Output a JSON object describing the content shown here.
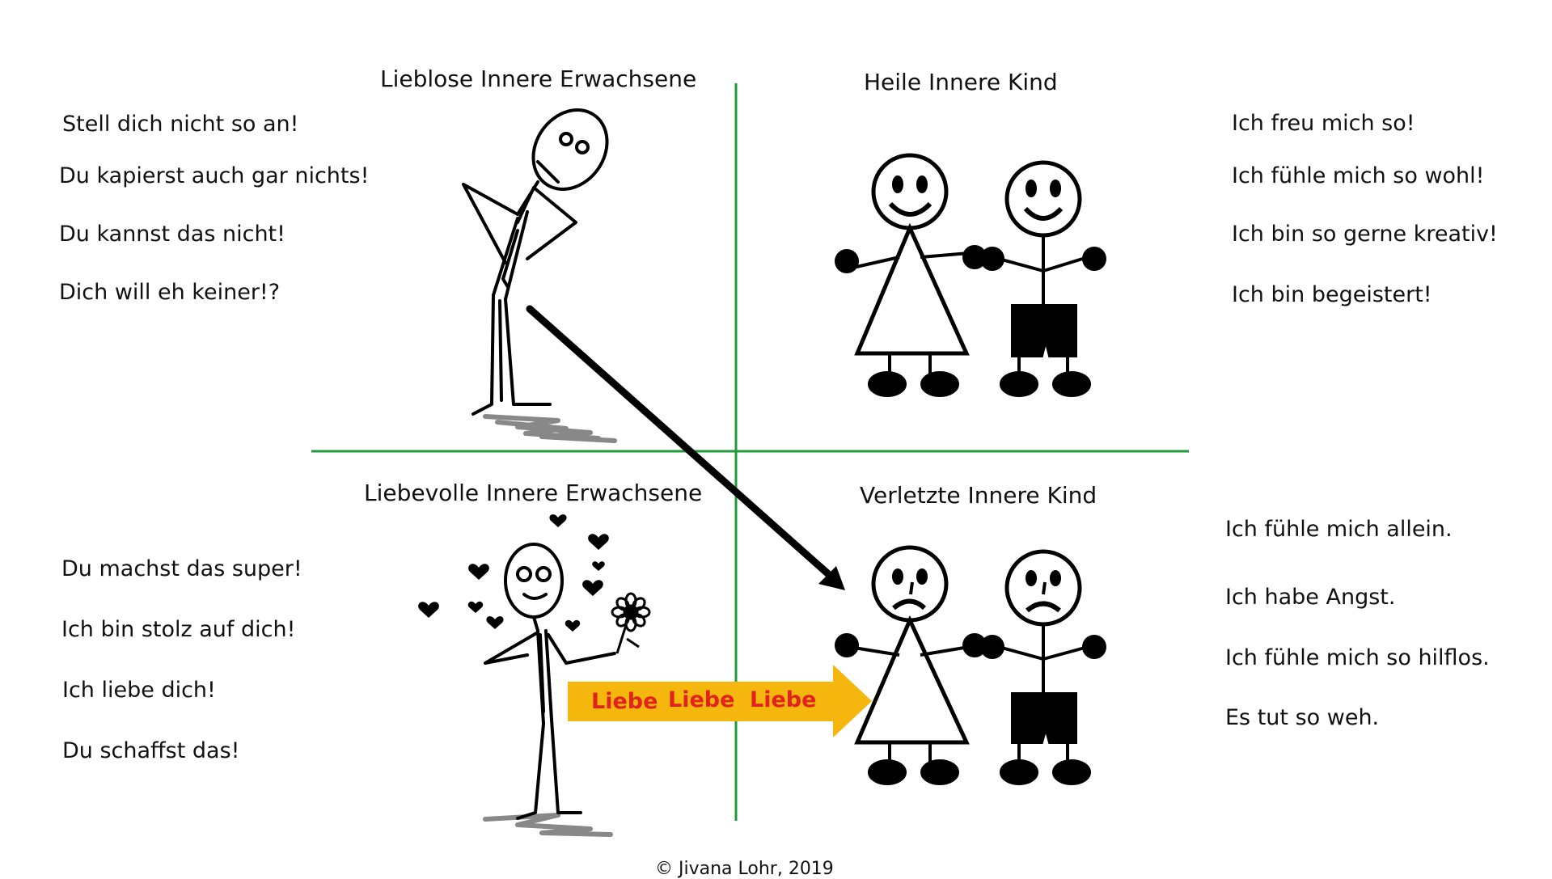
{
  "quadrants": {
    "top_left": {
      "title": "Lieblose Innere Erwachsene",
      "statements": [
        "Stell dich nicht so an!",
        "Du kapierst auch gar nichts!",
        "Du kannst das nicht!",
        "Dich will eh keiner!?"
      ]
    },
    "top_right": {
      "title": "Heile Innere Kind",
      "statements": [
        "Ich freu mich so!",
        "Ich fühle mich so wohl!",
        "Ich bin so gerne kreativ!",
        "Ich bin begeistert!"
      ]
    },
    "bottom_left": {
      "title": "Liebevolle Innere Erwachsene",
      "statements": [
        "Du machst das super!",
        "Ich bin stolz auf dich!",
        "Ich liebe dich!",
        "Du schaffst das!"
      ]
    },
    "bottom_right": {
      "title": "Verletzte Innere Kind",
      "statements": [
        "Ich fühle mich allein.",
        "Ich habe Angst.",
        "Ich fühle mich so hilflos.",
        "Es tut so weh."
      ]
    }
  },
  "love_arrow": {
    "words": [
      "Liebe",
      "Liebe",
      "Liebe"
    ]
  },
  "copyright": "© Jivana Lohr, 2019",
  "colors": {
    "axis": "#1f9b3a",
    "love_arrow": "#f5b60d",
    "love_text": "#e0231c",
    "ink": "#000000"
  }
}
